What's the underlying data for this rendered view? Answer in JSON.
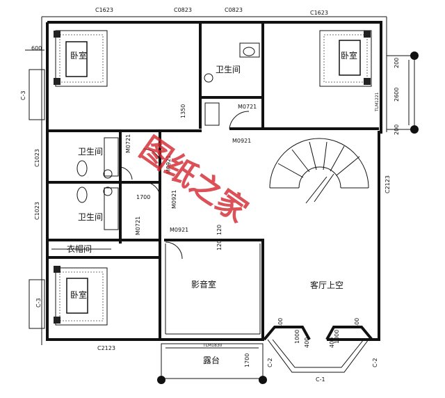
{
  "plan": {
    "rooms": {
      "bedroom_top_left": "卧室",
      "bedroom_top_right": "卧室",
      "bedroom_bottom_left": "卧室",
      "bathroom_top": "卫生间",
      "bathroom_mid1": "卫生间",
      "bathroom_mid2": "卫生间",
      "closet": "衣帽间",
      "theater": "影音室",
      "living_void": "客厅上空",
      "terrace": "露台"
    },
    "windows": {
      "top_c1623_left": "C1623",
      "top_c0823_a": "C0823",
      "top_c0823_b": "C0823",
      "top_c1623_right": "C1623",
      "left_c1023_a": "C1023",
      "left_c1023_b": "C1023",
      "left_c3_top": "C-3",
      "left_c3_bottom": "C-3",
      "right_c2123": "C2123",
      "bottom_c2123": "C2123",
      "bottom_c1": "C-1",
      "bottom_c2_left": "C-2",
      "bottom_c2_right": "C-2",
      "right_tlm1221": "TLM1221",
      "bottom_tlm1830": "TLM1830"
    },
    "doors": {
      "m0721_a": "M0721",
      "m0721_b": "M0721",
      "m0721_c": "M0721",
      "m0921_a": "M0921",
      "m0921_b": "M0921",
      "m0921_c": "M0921",
      "m0921_d": "M0921"
    },
    "dimensions": {
      "d600": "600",
      "d1350": "1350",
      "d1700_mid": "1700",
      "d120_a": "120",
      "d120_b": "120",
      "d2600": "2600",
      "d200_a": "200",
      "d200_b": "200",
      "d1700_bottom": "1700",
      "d1000_a": "1000",
      "d1000_b": "1000",
      "d400_a": "400",
      "d400_b": "400",
      "d400_c": "400",
      "d400_d": "400"
    },
    "watermark": "图纸之家"
  }
}
